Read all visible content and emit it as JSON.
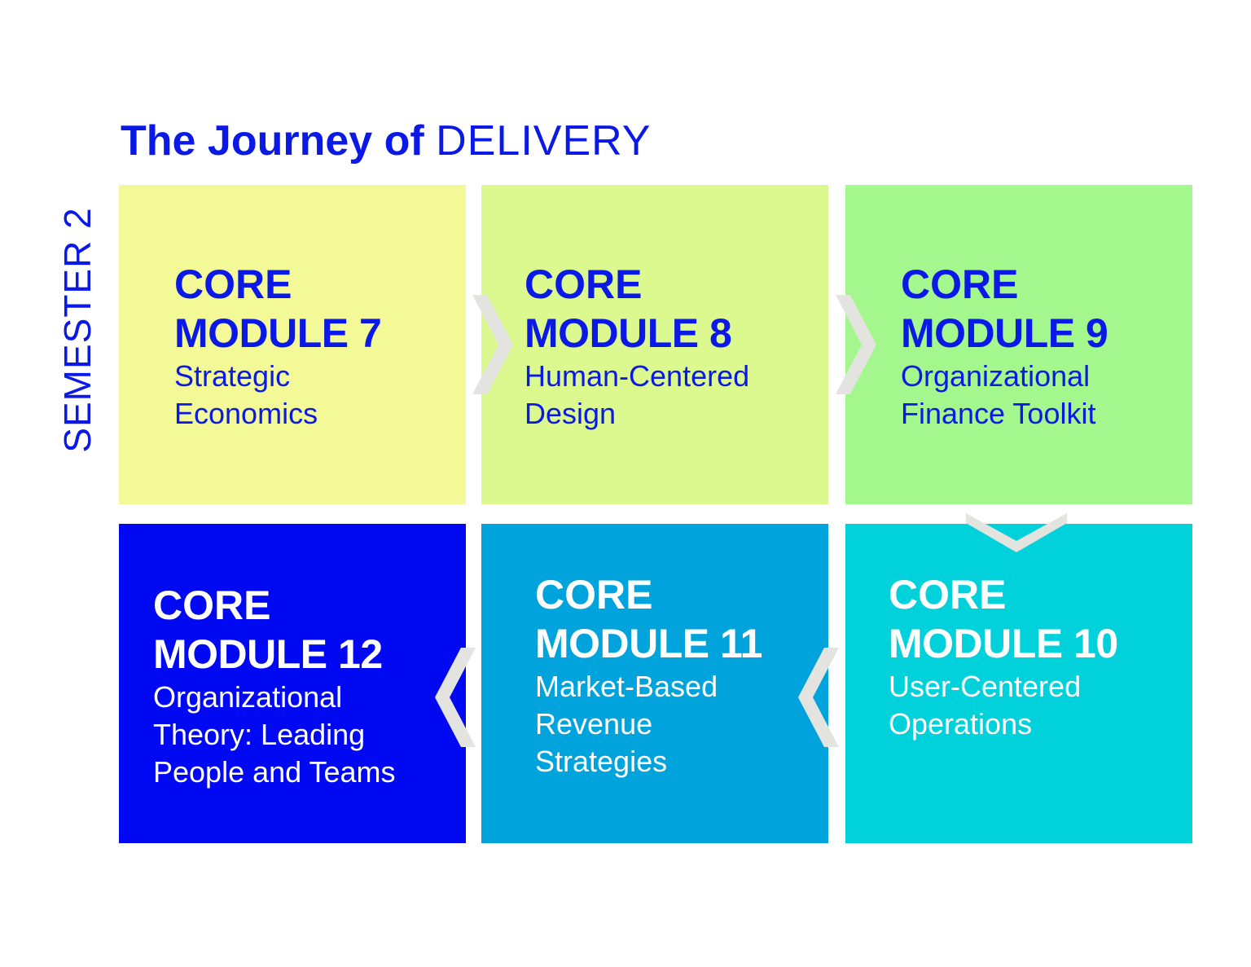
{
  "title": {
    "bold": "The Journey of",
    "light": "DELIVERY"
  },
  "semester_label": "SEMESTER 2",
  "colors": {
    "brand_blue": "#0a19e6",
    "arrow_gray": "#e3e3df",
    "tile_bg": [
      "#f2f996",
      "#dcf98f",
      "#a3f78c",
      "#0009f1",
      "#00a3dc",
      "#00d1da"
    ]
  },
  "modules": [
    {
      "core": "CORE",
      "module": "MODULE 7",
      "lines": [
        "Strategic",
        "Economics"
      ]
    },
    {
      "core": "CORE",
      "module": "MODULE 8",
      "lines": [
        "Human-Centered",
        "Design"
      ]
    },
    {
      "core": "CORE",
      "module": "MODULE 9",
      "lines": [
        "Organizational",
        "Finance Toolkit"
      ]
    },
    {
      "core": "CORE",
      "module": "MODULE 12",
      "lines": [
        "Organizational",
        "Theory: Leading",
        "People and Teams"
      ]
    },
    {
      "core": "CORE",
      "module": "MODULE 11",
      "lines": [
        "Market-Based",
        "Revenue",
        "Strategies"
      ]
    },
    {
      "core": "CORE",
      "module": "MODULE 10",
      "lines": [
        "User-Centered",
        "Operations"
      ]
    }
  ],
  "arrows": [
    "chevron-right-icon",
    "chevron-right-icon",
    "chevron-down-icon",
    "chevron-left-icon",
    "chevron-left-icon"
  ]
}
